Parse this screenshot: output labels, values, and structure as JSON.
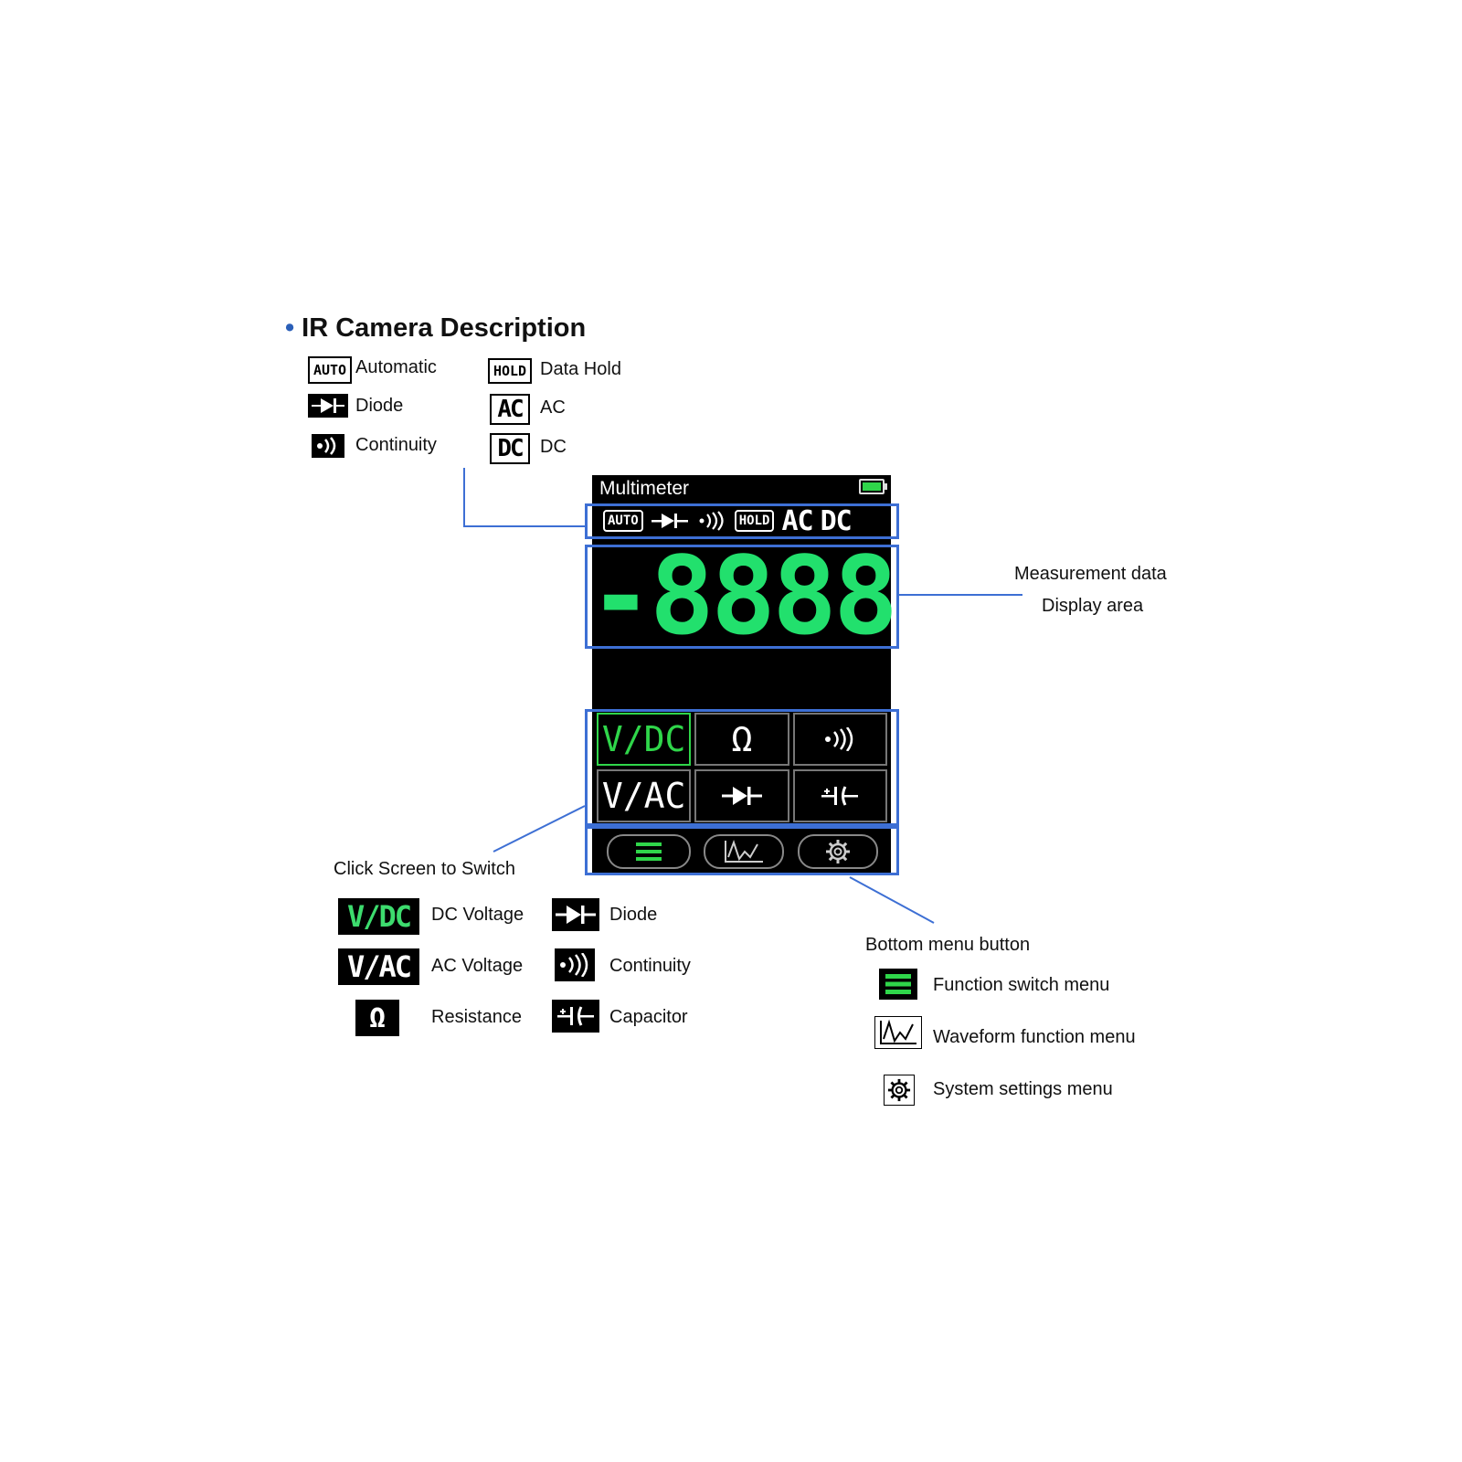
{
  "heading": "IR Camera Description",
  "indicators": {
    "auto": {
      "icon": "AUTO",
      "label": "Automatic"
    },
    "diode": {
      "label": "Diode"
    },
    "continuity": {
      "label": "Continuity"
    },
    "hold": {
      "icon": "HOLD",
      "label": "Data Hold"
    },
    "ac": {
      "icon": "AC",
      "label": "AC"
    },
    "dc": {
      "icon": "DC",
      "label": "DC"
    }
  },
  "screen": {
    "title": "Multimeter",
    "status": {
      "auto": "AUTO",
      "hold": "HOLD",
      "ac": "AC",
      "dc": "DC"
    },
    "reading": "-8888",
    "functions": {
      "vdc": "V/DC",
      "resistance": "Ω",
      "vac": "V/AC"
    }
  },
  "callouts": {
    "measurement_line1": "Measurement data",
    "measurement_line2": "Display area",
    "click_switch": "Click Screen to Switch",
    "bottom_menu": "Bottom menu button"
  },
  "modes": {
    "vdc": {
      "icon": "V/DC",
      "label": "DC Voltage"
    },
    "vac": {
      "icon": "V/AC",
      "label": "AC Voltage"
    },
    "resistance": {
      "icon": "Ω",
      "label": "Resistance"
    },
    "diode": {
      "label": "Diode"
    },
    "continuity": {
      "label": "Continuity"
    },
    "capacitor": {
      "label": "Capacitor"
    }
  },
  "menus": {
    "function_switch": "Function switch menu",
    "waveform": "Waveform function menu",
    "settings": "System settings menu"
  },
  "colors": {
    "accent": "#3d6fd4",
    "lcd_green": "#22e06d",
    "screen_bg": "#000000"
  }
}
